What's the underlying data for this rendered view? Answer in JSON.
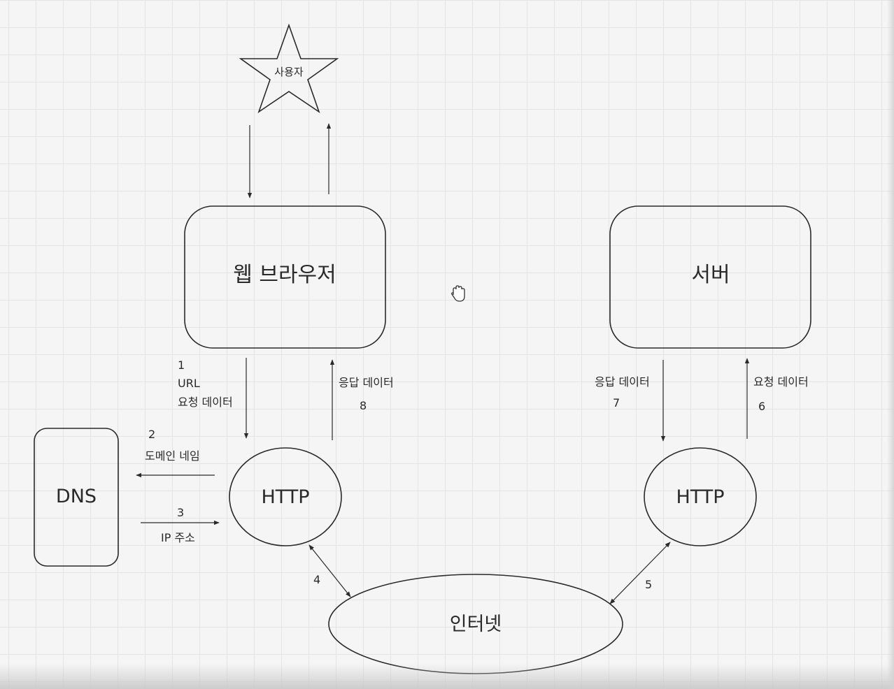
{
  "nodes": {
    "user": "사용자",
    "browser": "웹 브라우저",
    "server": "서버",
    "dns": "DNS",
    "http_client": "HTTP",
    "http_server": "HTTP",
    "internet": "인터넷"
  },
  "edges": {
    "step1_num": "1",
    "step1_line1": "URL",
    "step1_line2": "요청 데이터",
    "step2_num": "2",
    "step2_label": "도메인 네임",
    "step3_num": "3",
    "step3_label": "IP 주소",
    "step4_num": "4",
    "step5_num": "5",
    "step6_label": "요청 데이터",
    "step6_num": "6",
    "step7_label": "응답 데이터",
    "step7_num": "7",
    "step8_label": "응답 데이터",
    "step8_num": "8"
  },
  "cursor_icon": "hand-grab-icon"
}
